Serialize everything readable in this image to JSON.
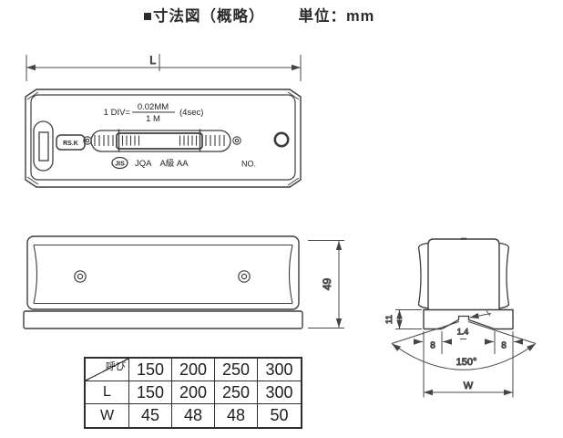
{
  "header": {
    "title": "■寸法図（概略）",
    "unit": "単位：mm"
  },
  "top_view": {
    "length_label": "L",
    "div_prefix": "1 DIV=",
    "div_numerator": "0.02MM",
    "div_denominator": "1 M",
    "div_suffix": "(4sec)",
    "brand": "RS.K",
    "jis_label": "JIS",
    "cert_label": "JQA　A級 AA",
    "serial_label": "NO."
  },
  "side_view": {
    "height": "49"
  },
  "end_view": {
    "base_height": "11",
    "land_width": "8",
    "groove_angle": "150°",
    "notch_width": "1.4",
    "width_label": "W"
  },
  "table": {
    "corner_label": "呼び",
    "header": [
      "150",
      "200",
      "250",
      "300"
    ],
    "rows": [
      {
        "label": "L",
        "values": [
          "150",
          "200",
          "250",
          "300"
        ]
      },
      {
        "label": "W",
        "values": [
          "45",
          "48",
          "48",
          "50"
        ]
      }
    ]
  }
}
